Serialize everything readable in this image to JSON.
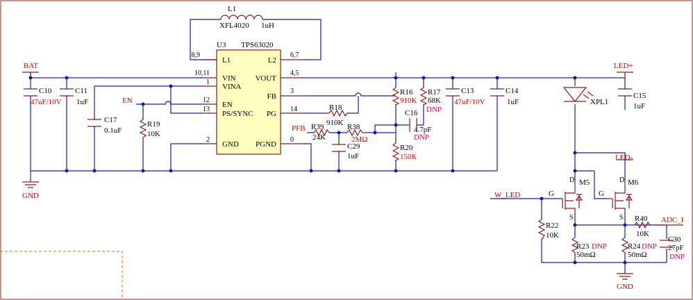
{
  "inductor": {
    "ref": "L1",
    "value": "XFL4020",
    "val2": "1uH"
  },
  "ic": {
    "ref": "U3",
    "part": "TPS63020",
    "pins_left": [
      {
        "num": "8,9",
        "name": "L1"
      },
      {
        "num": "10,11",
        "name": "VIN"
      },
      {
        "num": "1",
        "name": "VINA"
      },
      {
        "num": "12",
        "name": "EN"
      },
      {
        "num": "13",
        "name": "PS/SYNC"
      },
      {
        "num": "2",
        "name": "GND"
      }
    ],
    "pins_right": [
      {
        "num": "6,7",
        "name": "L2"
      },
      {
        "num": "4,5",
        "name": "VOUT"
      },
      {
        "num": "3",
        "name": "FB"
      },
      {
        "num": "14",
        "name": "PG"
      },
      {
        "num": "0",
        "name": "PGND"
      }
    ]
  },
  "nets": {
    "bat": "BAT",
    "en": "EN",
    "gnd": "GND",
    "pfb": "PFB",
    "led_plus": "LED+",
    "led_minus": "LED-",
    "w_led": "W_LED",
    "adc": "ADC_I"
  },
  "components": {
    "c10": {
      "ref": "C10",
      "value": "47uF/10V"
    },
    "c11": {
      "ref": "C11",
      "value": "1uF"
    },
    "c17": {
      "ref": "C17",
      "value": "0.1uF"
    },
    "r19": {
      "ref": "R19",
      "value": "10K"
    },
    "r18": {
      "ref": "R18",
      "value": "910K"
    },
    "r39": {
      "ref": "R39",
      "value": "24K"
    },
    "r38": {
      "ref": "R38",
      "value": "2MΩ"
    },
    "c29": {
      "ref": "C29",
      "value": "1uF"
    },
    "r16": {
      "ref": "R16",
      "value": "910K"
    },
    "r17": {
      "ref": "R17",
      "value": "68K",
      "note": "DNP"
    },
    "c16": {
      "ref": "C16",
      "value": "4.7pF",
      "note": "DNP"
    },
    "r20": {
      "ref": "R20",
      "value": "150K"
    },
    "c13": {
      "ref": "C13",
      "value": "47uF/10V"
    },
    "c14": {
      "ref": "C14",
      "value": "1uF"
    },
    "xpl1": {
      "ref": "XPL1"
    },
    "c15": {
      "ref": "C15",
      "value": "1uF"
    },
    "m5": {
      "ref": "M5"
    },
    "m6": {
      "ref": "M6"
    },
    "r22": {
      "ref": "R22",
      "value": "10K"
    },
    "r23": {
      "ref": "R23",
      "value": "50mΩ",
      "note": "DNP"
    },
    "r24": {
      "ref": "R24",
      "value": "50mΩ",
      "note": "DNP"
    },
    "r40": {
      "ref": "R40",
      "value": "10K"
    },
    "c30": {
      "ref": "C30",
      "value": "27pF",
      "note": "DNP"
    }
  },
  "fet_pins": {
    "g": "G",
    "d": "D",
    "s": "S"
  }
}
